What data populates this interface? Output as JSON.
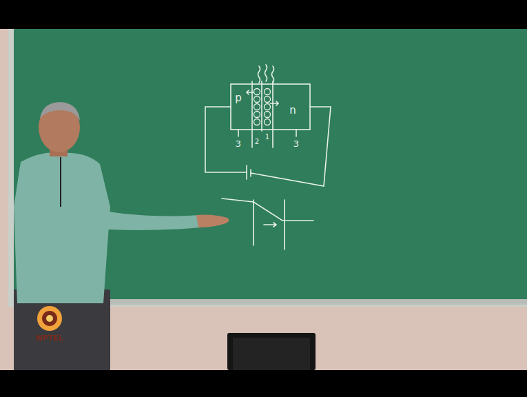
{
  "diagram": {
    "labels": [
      "p",
      "n",
      "3",
      "2",
      "1",
      "3",
      "NPTEL"
    ]
  }
}
